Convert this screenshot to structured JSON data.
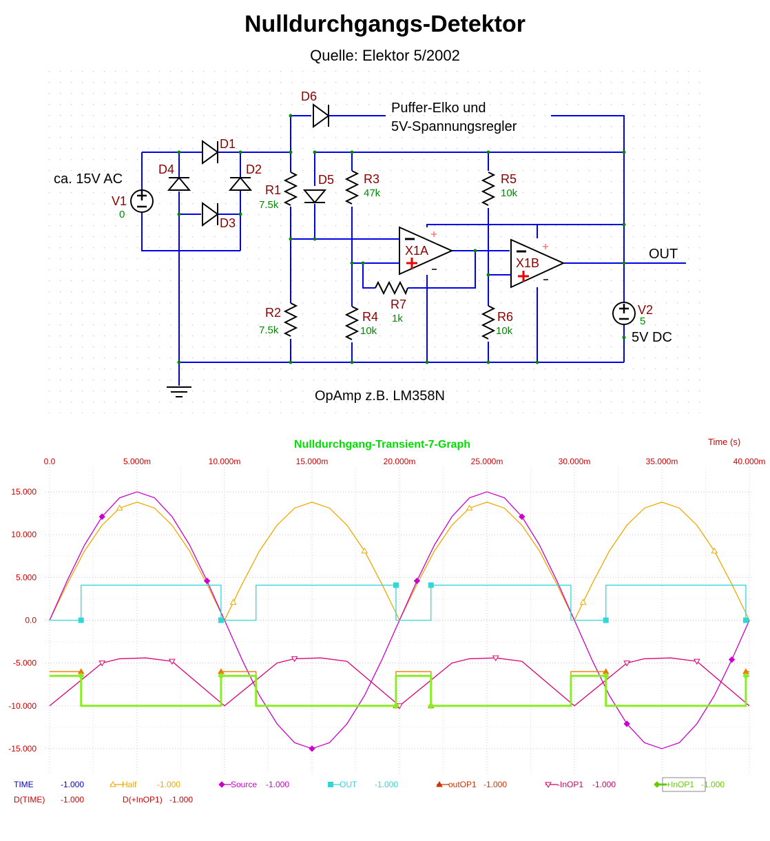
{
  "title": "Nulldurchgangs-Detektor",
  "subtitle": "Quelle: Elektor 5/2002",
  "schematic": {
    "ac_label": "ca. 15V AC",
    "v1": {
      "name": "V1",
      "value": "0"
    },
    "v2": {
      "name": "V2",
      "value": "5"
    },
    "dc_label": "5V DC",
    "out_label": "OUT",
    "note_line1": "Puffer-Elko und",
    "note_line2": "5V-Spannungsregler",
    "opamp_note": "OpAmp z.B. LM358N",
    "diodes": [
      "D1",
      "D2",
      "D3",
      "D4",
      "D5",
      "D6"
    ],
    "resistors": [
      {
        "name": "R1",
        "value": "7.5k"
      },
      {
        "name": "R2",
        "value": "7.5k"
      },
      {
        "name": "R3",
        "value": "47k"
      },
      {
        "name": "R4",
        "value": "10k"
      },
      {
        "name": "R5",
        "value": "10k"
      },
      {
        "name": "R6",
        "value": "10k"
      },
      {
        "name": "R7",
        "value": "1k"
      }
    ],
    "opamps": [
      "X1A",
      "X1B"
    ]
  },
  "chart_data": {
    "type": "line",
    "title": "Nulldurchgang-Transient-7-Graph",
    "xlabel": "Time   (s)",
    "x_ticks": [
      "0.0",
      "5.000m",
      "10.000m",
      "15.000m",
      "20.000m",
      "25.000m",
      "30.000m",
      "35.000m",
      "40.000m"
    ],
    "y_ticks": [
      "15.000",
      "10.000",
      "5.000",
      "0.0",
      "-5.000",
      "-10.000",
      "-15.000"
    ],
    "xlim": [
      0,
      0.04
    ],
    "ylim": [
      -17.5,
      17.5
    ],
    "grid": true,
    "series": [
      {
        "name": "Half",
        "color": "#f0a800",
        "marker": "triangle-up",
        "x": [
          0,
          0.001,
          0.002,
          0.003,
          0.004,
          0.005,
          0.006,
          0.007,
          0.008,
          0.009,
          0.0095,
          0.01,
          0.0105,
          0.011,
          0.012,
          0.013,
          0.014,
          0.015,
          0.016,
          0.017,
          0.018,
          0.019,
          0.0195,
          0.02,
          0.0205,
          0.021,
          0.022,
          0.023,
          0.024,
          0.025,
          0.026,
          0.027,
          0.028,
          0.029,
          0.0295,
          0.03,
          0.0305,
          0.031,
          0.032,
          0.033,
          0.034,
          0.035,
          0.036,
          0.037,
          0.038,
          0.039,
          0.0395,
          0.04
        ],
        "y": [
          0,
          4.2,
          8.1,
          11.1,
          13.1,
          13.8,
          13.1,
          11.1,
          8.1,
          4.2,
          2.1,
          0,
          2.1,
          4.2,
          8.1,
          11.1,
          13.1,
          13.8,
          13.1,
          11.1,
          8.1,
          4.2,
          2.1,
          0,
          2.1,
          4.2,
          8.1,
          11.1,
          13.1,
          13.8,
          13.1,
          11.1,
          8.1,
          4.2,
          2.1,
          0,
          2.1,
          4.2,
          8.1,
          11.1,
          13.1,
          13.8,
          13.1,
          11.1,
          8.1,
          4.2,
          2.1,
          0
        ]
      },
      {
        "name": "Source",
        "color": "#cc00cc",
        "marker": "diamond",
        "x": [
          0,
          0.001,
          0.002,
          0.003,
          0.004,
          0.005,
          0.006,
          0.007,
          0.008,
          0.009,
          0.01,
          0.011,
          0.012,
          0.013,
          0.014,
          0.015,
          0.016,
          0.017,
          0.018,
          0.019,
          0.02,
          0.021,
          0.022,
          0.023,
          0.024,
          0.025,
          0.026,
          0.027,
          0.028,
          0.029,
          0.03,
          0.031,
          0.032,
          0.033,
          0.034,
          0.035,
          0.036,
          0.037,
          0.038,
          0.039,
          0.04
        ],
        "y": [
          0,
          4.6,
          8.8,
          12.1,
          14.3,
          15,
          14.3,
          12.1,
          8.8,
          4.6,
          0,
          -4.6,
          -8.8,
          -12.1,
          -14.3,
          -15,
          -14.3,
          -12.1,
          -8.8,
          -4.6,
          0,
          4.6,
          8.8,
          12.1,
          14.3,
          15,
          14.3,
          12.1,
          8.8,
          4.6,
          0,
          -4.6,
          -8.8,
          -12.1,
          -14.3,
          -15,
          -14.3,
          -12.1,
          -8.8,
          -4.6,
          0
        ]
      },
      {
        "name": "OUT",
        "color": "#33d6d6",
        "marker": "square",
        "x": [
          0,
          0.0018,
          0.0018,
          0.0098,
          0.0098,
          0.0118,
          0.0118,
          0.0198,
          0.0198,
          0.0218,
          0.0218,
          0.0298,
          0.0298,
          0.0318,
          0.0318,
          0.0398,
          0.0398,
          0.04
        ],
        "y": [
          0,
          0,
          4.1,
          4.1,
          0,
          0,
          4.1,
          4.1,
          0,
          0,
          4.1,
          4.1,
          0,
          0,
          4.1,
          4.1,
          0,
          0
        ]
      },
      {
        "name": "outOP1",
        "color": "#ee7700",
        "marker": "triangle-up-filled",
        "x": [
          0,
          0.0018,
          0.0018,
          0.0098,
          0.0098,
          0.0118,
          0.0118,
          0.0198,
          0.0198,
          0.0218,
          0.0218,
          0.0298,
          0.0298,
          0.0318,
          0.0318,
          0.0398,
          0.0398,
          0.04
        ],
        "y": [
          -6,
          -6,
          -10,
          -10,
          -6,
          -6,
          -10,
          -10,
          -6,
          -6,
          -10,
          -10,
          -6,
          -6,
          -10,
          -10,
          -6,
          -6
        ]
      },
      {
        "name": "-InOP1",
        "color": "#dd0077",
        "marker": "triangle-down",
        "x": [
          0,
          0.003,
          0.004,
          0.0055,
          0.007,
          0.01,
          0.013,
          0.014,
          0.0155,
          0.017,
          0.02,
          0.023,
          0.024,
          0.0255,
          0.027,
          0.03,
          0.033,
          0.034,
          0.0355,
          0.037,
          0.04
        ],
        "y": [
          -10,
          -5,
          -4.5,
          -4.4,
          -4.8,
          -10,
          -5,
          -4.5,
          -4.4,
          -4.8,
          -10,
          -5,
          -4.5,
          -4.4,
          -4.8,
          -10,
          -5,
          -4.5,
          -4.4,
          -4.8,
          -10
        ]
      },
      {
        "name": "+InOP1",
        "color": "#88ee22",
        "marker": "diamond-filled",
        "width": 3,
        "x": [
          0,
          0.0018,
          0.0018,
          0.0098,
          0.0098,
          0.0118,
          0.0118,
          0.0198,
          0.0198,
          0.0218,
          0.0218,
          0.0298,
          0.0298,
          0.0318,
          0.0318,
          0.0398,
          0.0398,
          0.04
        ],
        "y": [
          -6.5,
          -6.5,
          -10,
          -10,
          -6.5,
          -6.5,
          -10,
          -10,
          -6.5,
          -6.5,
          -10,
          -10,
          -6.5,
          -6.5,
          -10,
          -10,
          -6.5,
          -6.5
        ]
      }
    ],
    "legend_rows": [
      [
        {
          "label": "TIME",
          "value": "-1.000",
          "color": "#0000cc",
          "marker": ""
        },
        {
          "label": "Half",
          "value": "-1.000",
          "color": "#f0a800",
          "marker": "triangle-up"
        },
        {
          "label": "Source",
          "value": "-1.000",
          "color": "#cc00cc",
          "marker": "diamond"
        },
        {
          "label": "OUT",
          "value": "-1.000",
          "color": "#33d6d6",
          "marker": "square"
        },
        {
          "label": "outOP1",
          "value": "-1.000",
          "color": "#cc3300",
          "marker": "triangle-up-filled"
        },
        {
          "label": "-InOP1",
          "value": "-1.000",
          "color": "#cc0066",
          "marker": "triangle-down"
        },
        {
          "label": "+InOP1",
          "value": "-1.000",
          "color": "#66cc00",
          "marker": "diamond-filled"
        }
      ],
      [
        {
          "label": "D(TIME)",
          "value": "-1.000",
          "color": "#cc0000",
          "marker": ""
        },
        {
          "label": "D(+InOP1)",
          "value": "-1.000",
          "color": "#cc0000",
          "marker": ""
        }
      ]
    ]
  }
}
